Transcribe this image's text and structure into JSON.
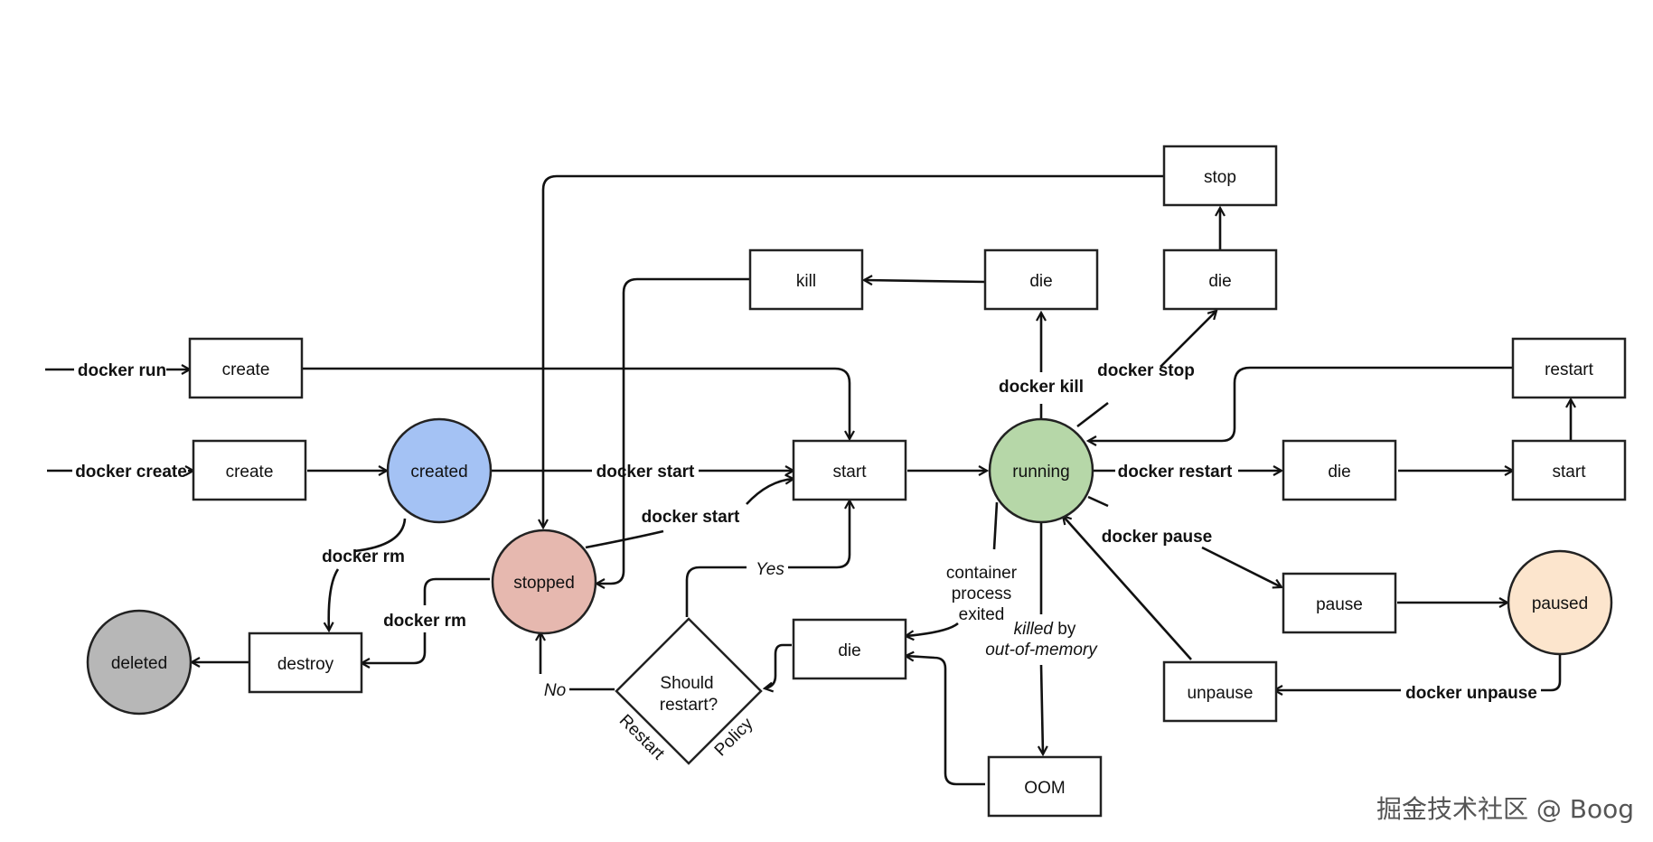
{
  "colors": {
    "created": "#a4c2f4",
    "stopped": "#e6b8af",
    "running": "#b6d7a8",
    "paused": "#fce5cd",
    "deleted": "#b7b7b7",
    "line": "#111111"
  },
  "nodes": {
    "create_run": "create",
    "create_create": "create",
    "created": "created",
    "start_main": "start",
    "running": "running",
    "kill": "kill",
    "die_kill": "die",
    "die_stop": "die",
    "stop": "stop",
    "restart": "restart",
    "die_restart": "die",
    "start_restart": "start",
    "pause": "pause",
    "paused": "paused",
    "unpause": "unpause",
    "stopped": "stopped",
    "deleted": "deleted",
    "destroy": "destroy",
    "die_exit": "die",
    "oom": "OOM",
    "should_restart_1": "Should",
    "should_restart_2": "restart?"
  },
  "labels": {
    "docker_run": "docker run",
    "docker_create": "docker create",
    "docker_start_1": "docker start",
    "docker_start_2": "docker start",
    "docker_rm_1": "docker rm",
    "docker_rm_2": "docker rm",
    "docker_kill": "docker kill",
    "docker_stop": "docker stop",
    "docker_restart": "docker restart",
    "docker_pause": "docker pause",
    "docker_unpause": "docker unpause",
    "container_exited_1": "container",
    "container_exited_2": "process",
    "container_exited_3": "exited",
    "killed_by_italic": "killed",
    "killed_by_plain": " by",
    "out_of_memory": "out-of-memory",
    "yes": "Yes",
    "no": "No",
    "restart_word": "Restart",
    "policy_word": "Policy"
  },
  "watermark": "掘金技术社区 @ Boog"
}
